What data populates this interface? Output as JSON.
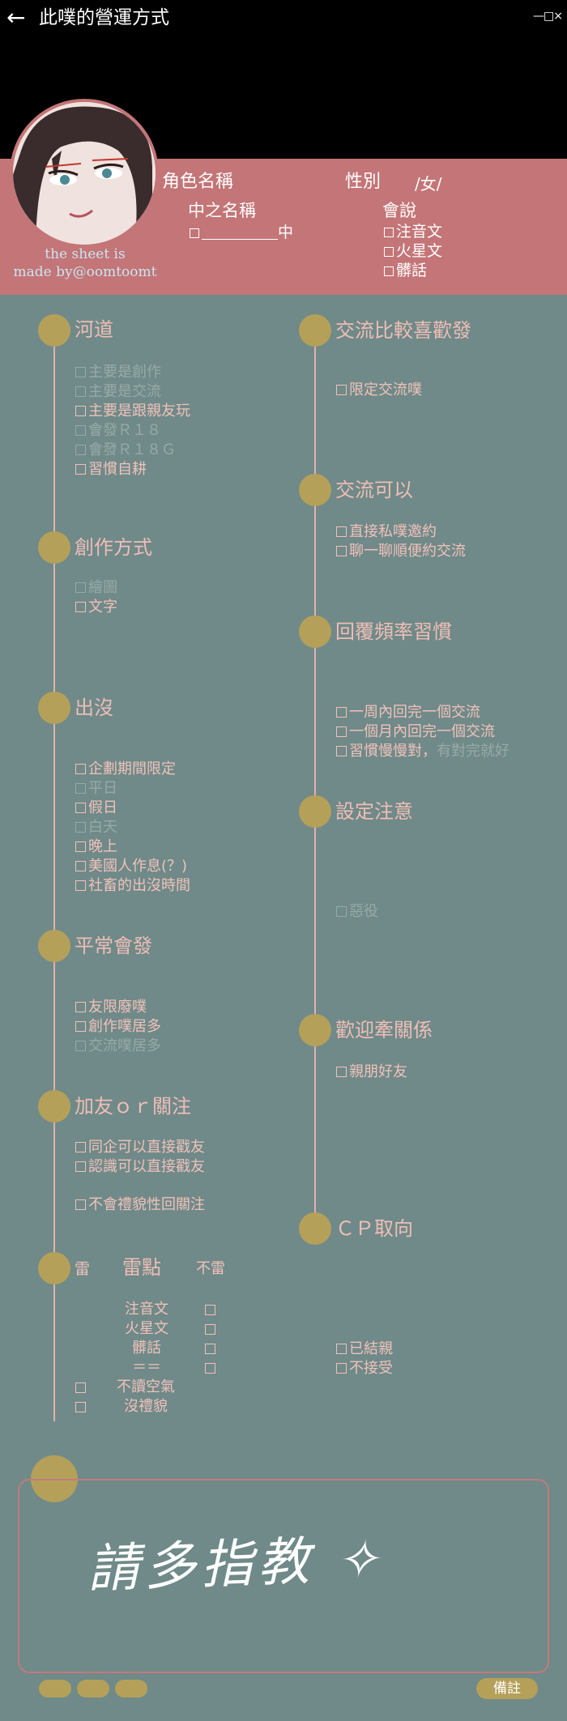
{
  "header": {
    "title": "此噗的營運方式",
    "back_arrow": "←",
    "window_controls": "—□×"
  },
  "profile": {
    "credit_line1": "the sheet is",
    "credit_line2": "made by@oomtoomt",
    "role_name_label": "角色名稱",
    "gender_label": "性別",
    "gender_value": "/女/",
    "inner_name_label": "中之名稱",
    "inner_name_suffix": "中",
    "speak_label": "會說",
    "languages": [
      "注音文",
      "火星文",
      "髒話"
    ]
  },
  "left_sections": {
    "s1": {
      "title": "河道",
      "items": [
        {
          "text": "主要是創作",
          "active": false
        },
        {
          "text": "主要是交流",
          "active": false
        },
        {
          "text": "主要是跟親友玩",
          "active": true
        },
        {
          "text": "會發Ｒ１８",
          "active": false
        },
        {
          "text": "會發Ｒ１８Ｇ",
          "active": false
        },
        {
          "text": "習慣自耕",
          "active": true
        }
      ]
    },
    "s2": {
      "title": "創作方式",
      "items": [
        {
          "text": "繪圖",
          "active": false
        },
        {
          "text": "文字",
          "active": true
        }
      ]
    },
    "s3": {
      "title": "出沒",
      "items": [
        {
          "text": "企劃期間限定",
          "active": true
        },
        {
          "text": "平日",
          "active": false
        },
        {
          "text": "假日",
          "active": true
        },
        {
          "text": "白天",
          "active": false
        },
        {
          "text": "晚上",
          "active": true
        },
        {
          "text": "美國人作息(？)",
          "active": true
        },
        {
          "text": "社畜的出沒時間",
          "active": true
        }
      ]
    },
    "s4": {
      "title": "平常會發",
      "items": [
        {
          "text": "友限廢噗",
          "active": true
        },
        {
          "text": "創作噗居多",
          "active": true
        },
        {
          "text": "交流噗居多",
          "active": false
        }
      ]
    },
    "s5": {
      "title": "加友ｏｒ關注",
      "items": [
        {
          "text": "同企可以直接戳友",
          "active": true
        },
        {
          "text": "認識可以直接戳友",
          "active": true
        },
        {
          "text": "不會禮貌性回關注",
          "active": true
        }
      ]
    },
    "s6": {
      "mine_label": "雷",
      "title": "雷點",
      "not_mine_label": "不雷",
      "rows": [
        "注音文",
        "火星文",
        "髒話",
        "＝＝"
      ],
      "extra": [
        "不讀空氣",
        "沒禮貌"
      ]
    }
  },
  "right_sections": {
    "r1": {
      "title": "交流比較喜歡發",
      "items": [
        {
          "text": "限定交流噗",
          "active": true
        }
      ]
    },
    "r2": {
      "title": "交流可以",
      "items": [
        {
          "text": "直接私噗邀約",
          "active": true
        },
        {
          "text": "聊一聊順便約交流",
          "active": true
        }
      ]
    },
    "r3": {
      "title": "回覆頻率習慣",
      "items": [
        {
          "text": "一周內回完一個交流",
          "active": true
        },
        {
          "text": "一個月內回完一個交流",
          "active": true
        }
      ],
      "habit": "習慣慢慢對，",
      "habit_dim": "有對完就好"
    },
    "r4": {
      "title": "設定注意",
      "items": [
        {
          "text": "惡役",
          "active": false
        }
      ]
    },
    "r5": {
      "title": "歡迎牽關係",
      "items": [
        {
          "text": "親朋好友",
          "active": true
        }
      ]
    },
    "r6": {
      "title": "ＣＰ取向",
      "items": [
        {
          "text": "已結親",
          "active": true
        },
        {
          "text": "不接受",
          "active": true
        }
      ]
    }
  },
  "memo": {
    "greeting": "請多指教 ✧",
    "note_button": "備註"
  },
  "colors": {
    "background": "#6f8a88",
    "band": "#c37577",
    "node": "#b5a05a",
    "text": "#f2c1bb",
    "dim": "#97aaa8"
  }
}
